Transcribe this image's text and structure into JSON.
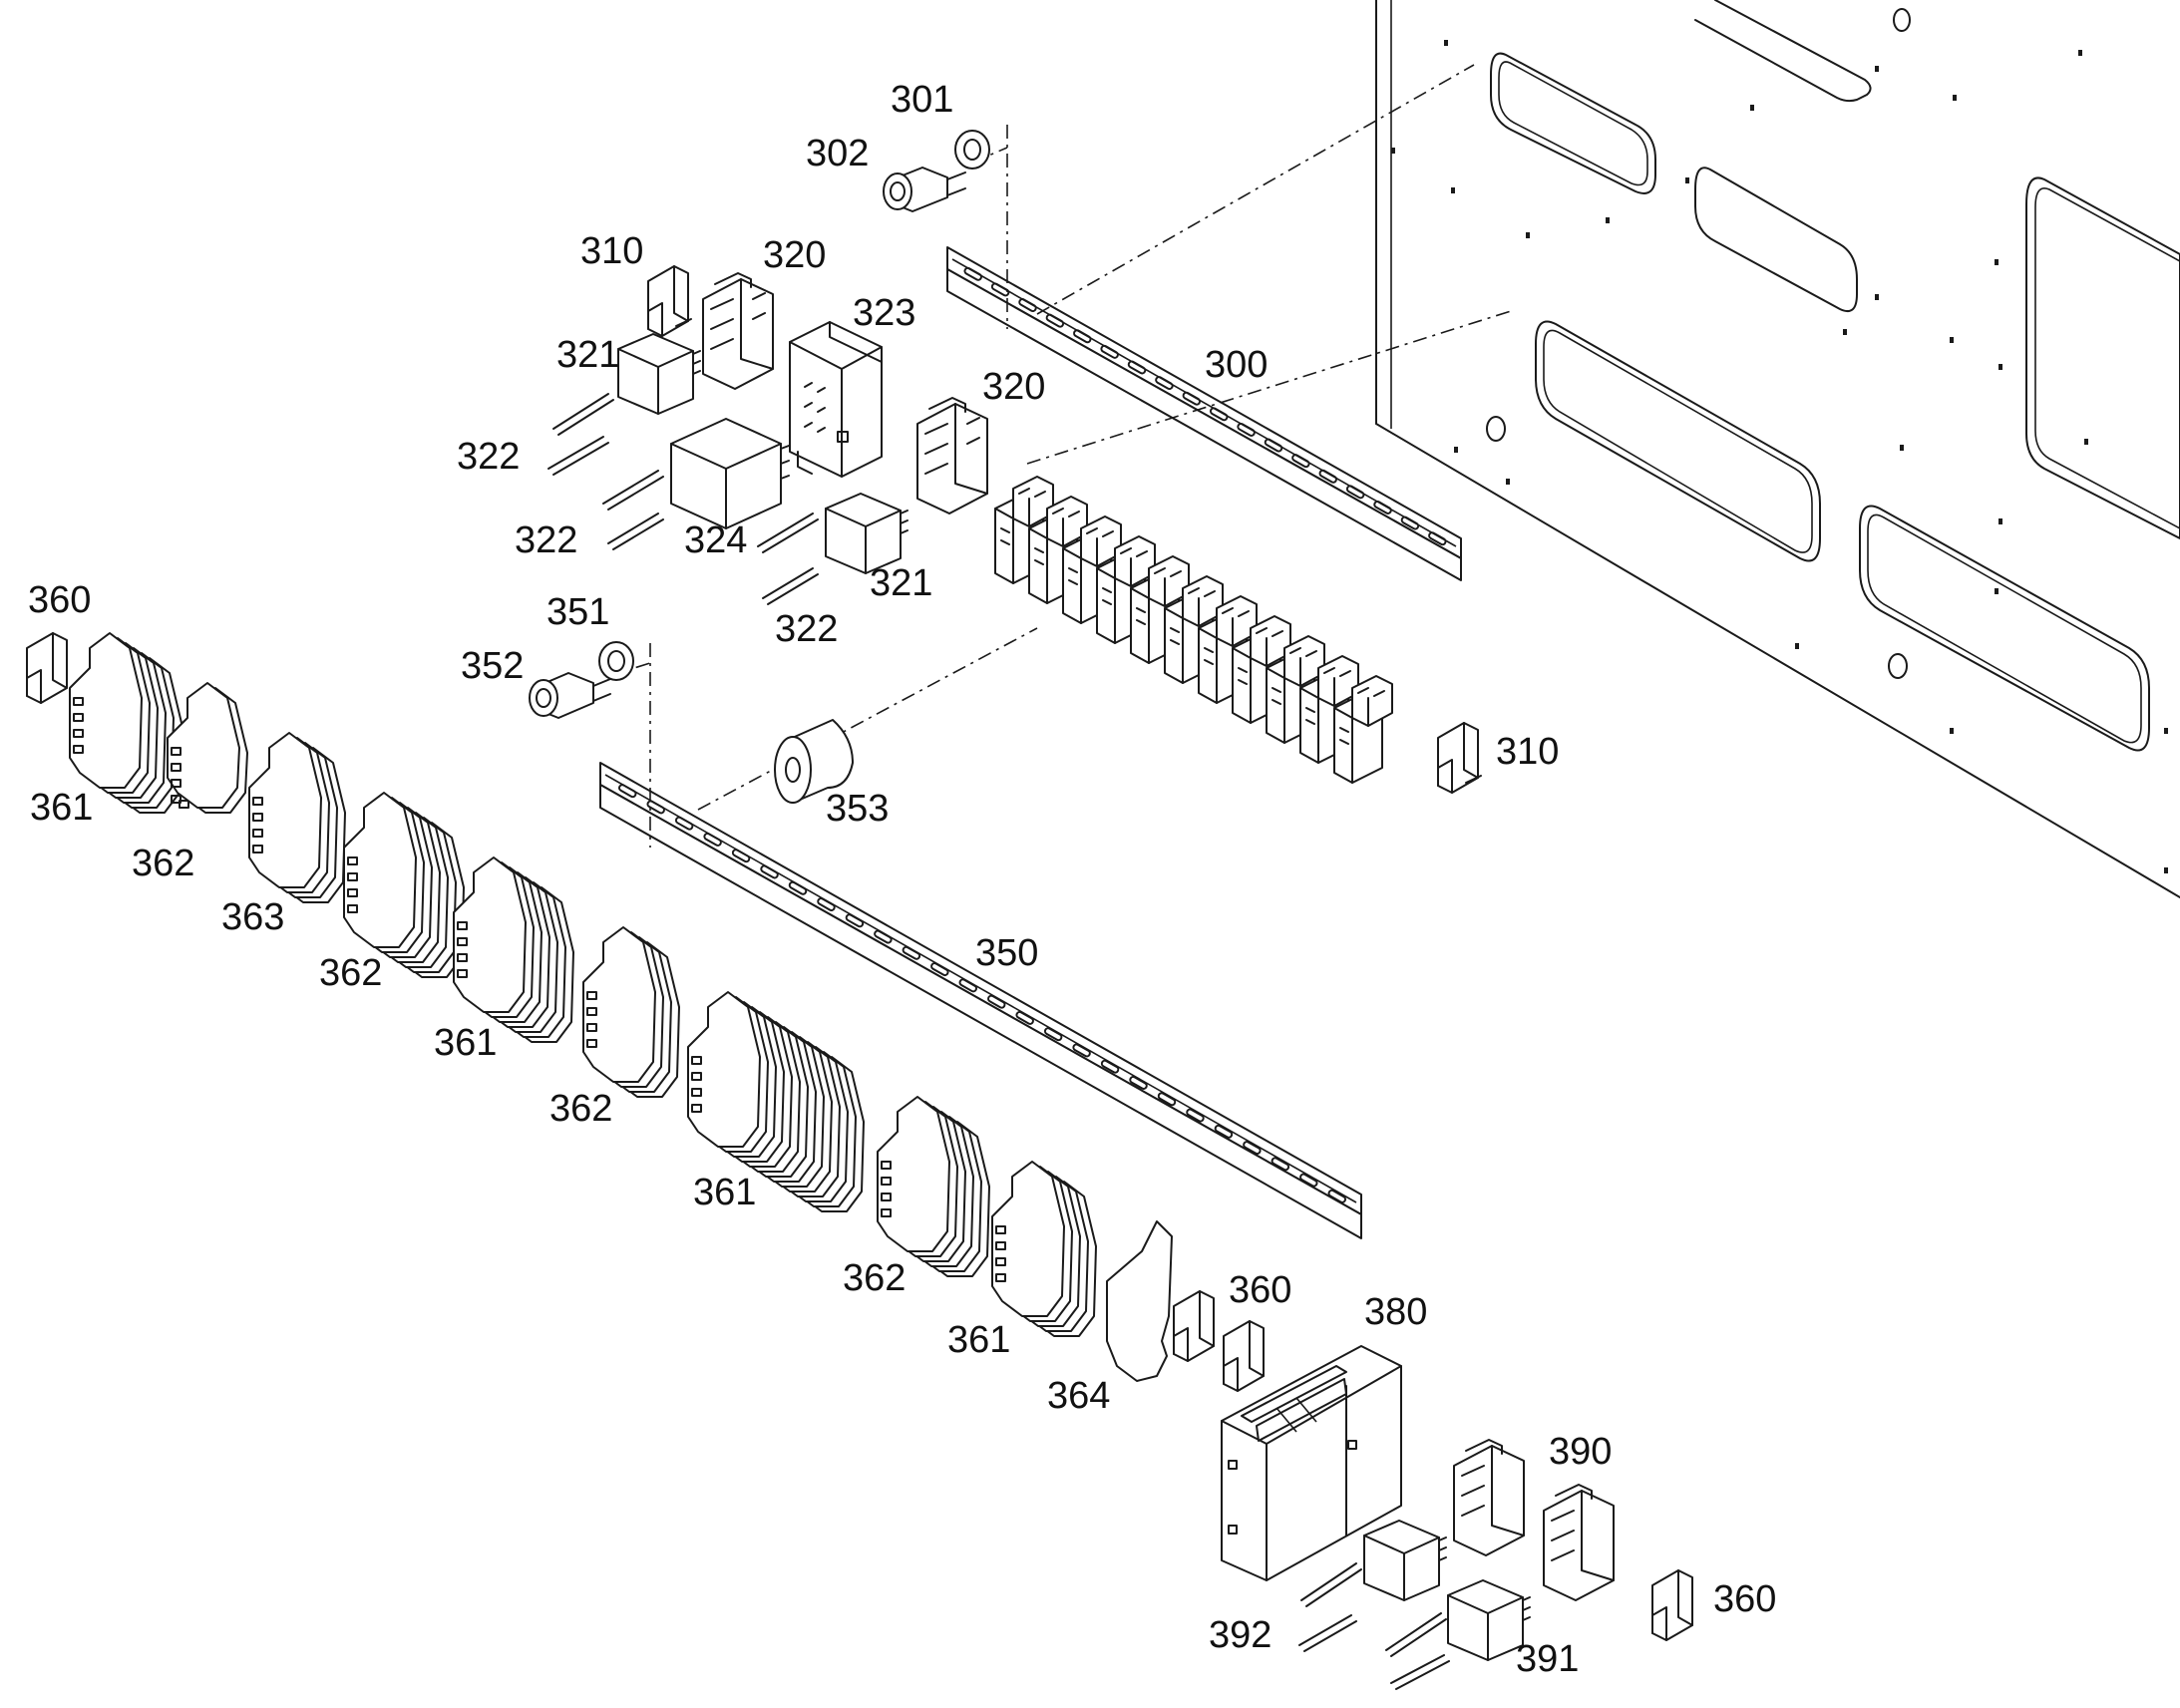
{
  "colors": {
    "line": "#1a1a1a",
    "background": "#ffffff"
  },
  "callouts": [
    {
      "id": "c301",
      "text": "301"
    },
    {
      "id": "c302",
      "text": "302"
    },
    {
      "id": "c310a",
      "text": "310"
    },
    {
      "id": "c320a",
      "text": "320"
    },
    {
      "id": "c323",
      "text": "323"
    },
    {
      "id": "c321a",
      "text": "321"
    },
    {
      "id": "c300",
      "text": "300"
    },
    {
      "id": "c320b",
      "text": "320"
    },
    {
      "id": "c322a",
      "text": "322"
    },
    {
      "id": "c322b",
      "text": "322"
    },
    {
      "id": "c324",
      "text": "324"
    },
    {
      "id": "c321b",
      "text": "321"
    },
    {
      "id": "c322c",
      "text": "322"
    },
    {
      "id": "c360a",
      "text": "360"
    },
    {
      "id": "c351",
      "text": "351"
    },
    {
      "id": "c352",
      "text": "352"
    },
    {
      "id": "c310b",
      "text": "310"
    },
    {
      "id": "c361a",
      "text": "361"
    },
    {
      "id": "c353",
      "text": "353"
    },
    {
      "id": "c362a",
      "text": "362"
    },
    {
      "id": "c363",
      "text": "363"
    },
    {
      "id": "c350",
      "text": "350"
    },
    {
      "id": "c362b",
      "text": "362"
    },
    {
      "id": "c361b",
      "text": "361"
    },
    {
      "id": "c362c",
      "text": "362"
    },
    {
      "id": "c361c",
      "text": "361"
    },
    {
      "id": "c362d",
      "text": "362"
    },
    {
      "id": "c360b",
      "text": "360"
    },
    {
      "id": "c380",
      "text": "380"
    },
    {
      "id": "c361d",
      "text": "361"
    },
    {
      "id": "c364",
      "text": "364"
    },
    {
      "id": "c390",
      "text": "390"
    },
    {
      "id": "c360c",
      "text": "360"
    },
    {
      "id": "c392",
      "text": "392"
    },
    {
      "id": "c391",
      "text": "391"
    }
  ]
}
